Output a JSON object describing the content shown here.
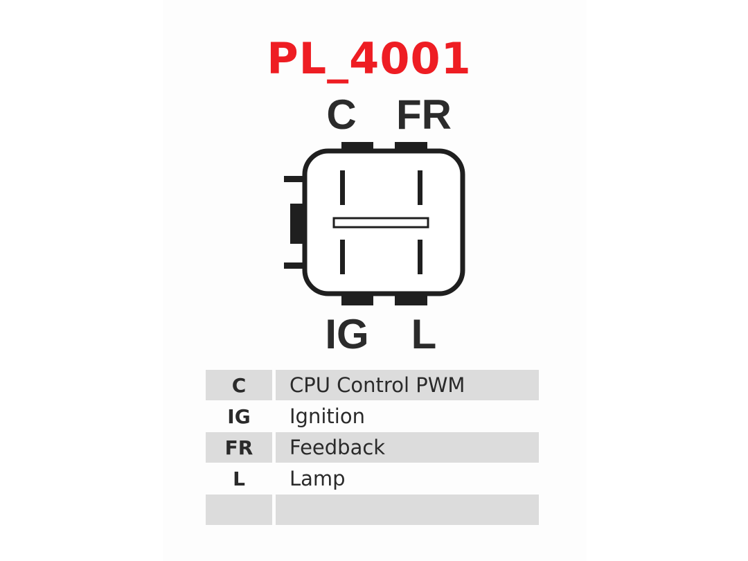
{
  "title": "PL_4001",
  "colors": {
    "title": "#ee1d23",
    "ink": "#1f1f1f",
    "row_shade": "#dcdcdc"
  },
  "connector": {
    "pins": {
      "top_left": "C",
      "top_right": "FR",
      "bottom_left": "IG",
      "bottom_right": "L"
    }
  },
  "legend": [
    {
      "code": "C",
      "description": "CPU Control PWM"
    },
    {
      "code": "IG",
      "description": "Ignition"
    },
    {
      "code": "FR",
      "description": "Feedback"
    },
    {
      "code": "L",
      "description": "Lamp"
    },
    {
      "code": "",
      "description": ""
    }
  ]
}
